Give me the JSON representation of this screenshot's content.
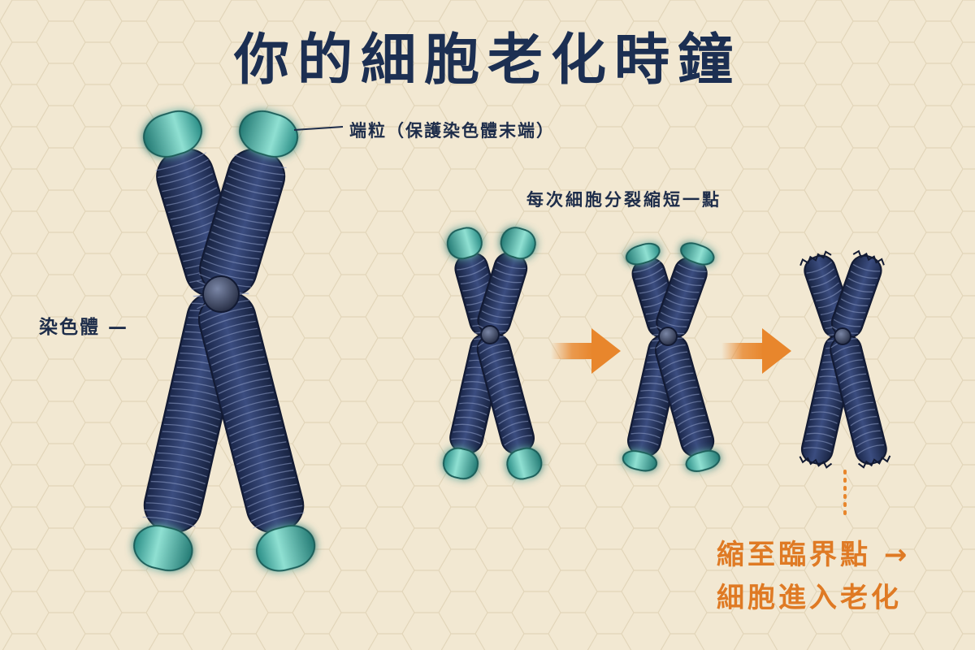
{
  "title": "你的細胞老化時鐘",
  "labels": {
    "telomere": "端粒（保護染色體末端）",
    "division": "每次細胞分裂縮短一點",
    "chromosome": "染色體 —",
    "critical_line1": "縮至臨界點 →",
    "critical_line2": "細胞進入老化"
  },
  "colors": {
    "background": "#f2e8d2",
    "title": "#1c2f52",
    "chromosome": "#23305a",
    "telomere": "#4fb3a8",
    "accent": "#e8862c"
  }
}
